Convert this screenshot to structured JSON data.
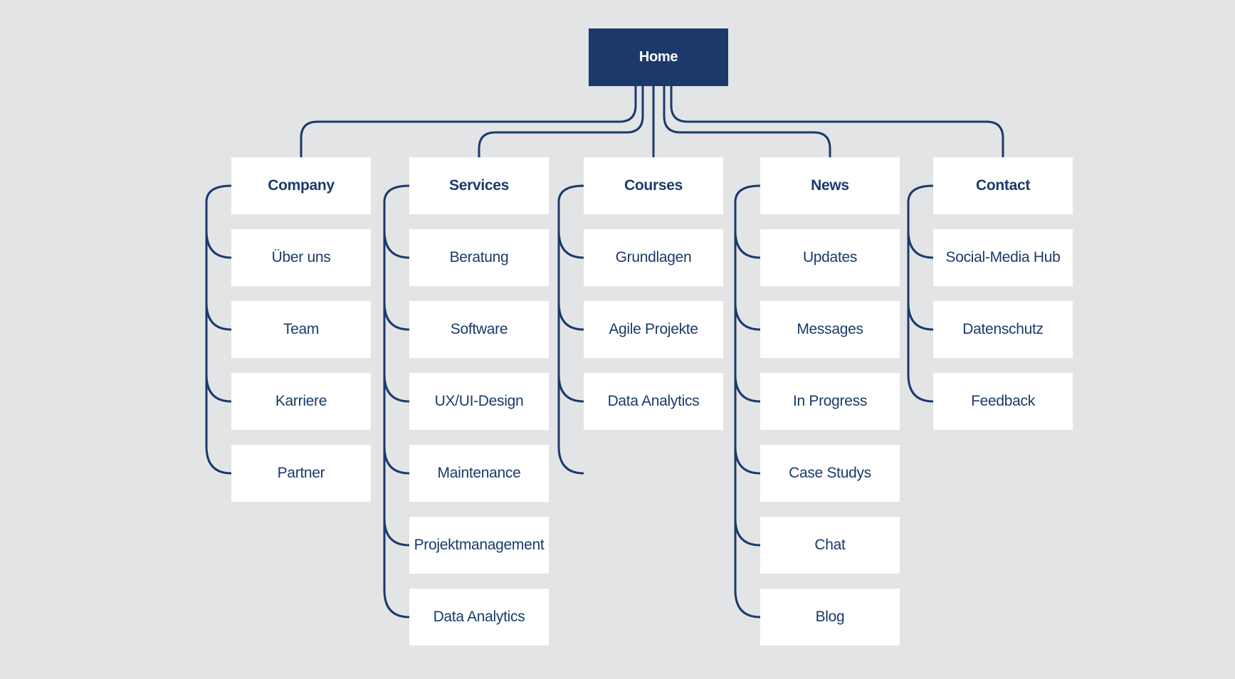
{
  "diagram": {
    "colors": {
      "accent": "#1b3a6b",
      "background": "#e3e4e6",
      "node_background": "#ffffff"
    },
    "root": {
      "label": "Home"
    },
    "columns": [
      {
        "title": "Company",
        "children": [
          "Über uns",
          "Team",
          "Karriere",
          "Partner"
        ]
      },
      {
        "title": "Services",
        "children": [
          "Beratung",
          "Software",
          "UX/UI-Design",
          "Maintenance",
          "Projektmanagement",
          "Data Analytics"
        ]
      },
      {
        "title": "Courses",
        "children": [
          "Grundlagen",
          "Agile Projekte",
          "Data Analytics"
        ]
      },
      {
        "title": "News",
        "children": [
          "Updates",
          "Messages",
          "In Progress",
          "Case Studys",
          "Chat",
          "Blog"
        ]
      },
      {
        "title": "Contact",
        "children": [
          "Social-Media Hub",
          "Datenschutz",
          "Feedback"
        ]
      }
    ]
  }
}
